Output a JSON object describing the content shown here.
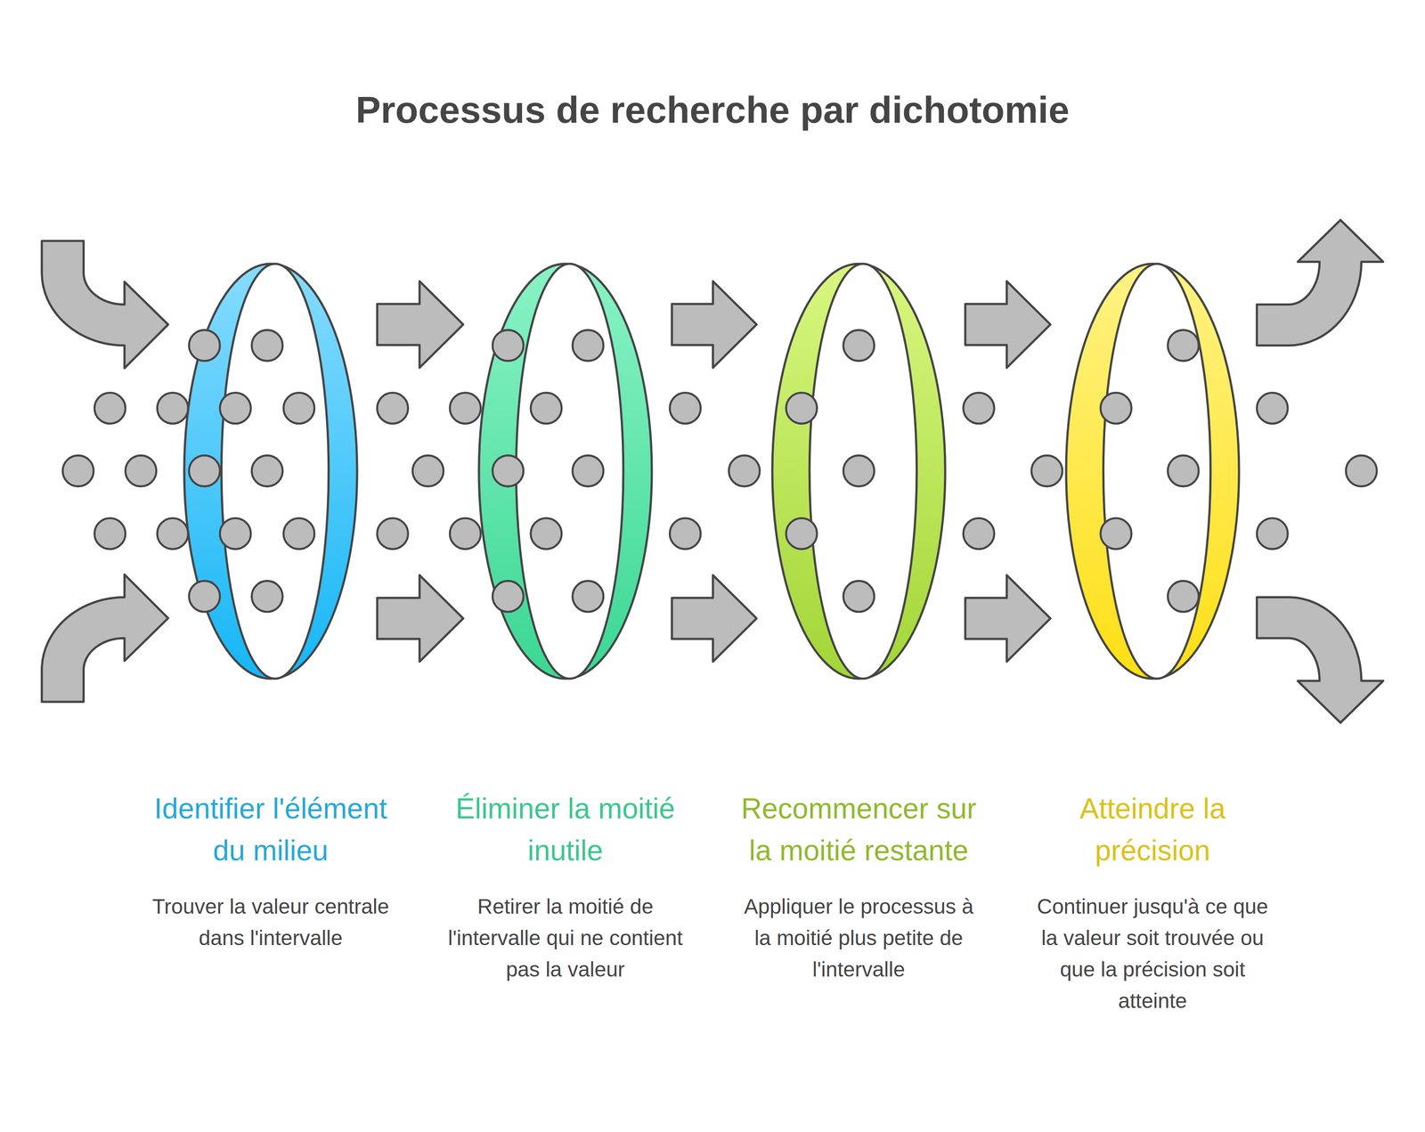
{
  "diagram": {
    "title": "Processus de recherche par dichotomie",
    "nodes": [
      {
        "text": [
          "Identifier l'élément du milieu",
          "Trouver la valeur centrale dans l'intervalle"
        ]
      },
      {
        "text": [
          "Éliminer la moitié inutile",
          "Retirer la moitié de l'intervalle qui ne contient pas la valeur"
        ]
      },
      {
        "text": [
          "Recommencer sur la moitié restante",
          "Appliquer le processus à la moitié plus petite de l'intervalle"
        ]
      },
      {
        "text": [
          "Atteindre la précision",
          "Continuer jusqu'à ce que la valeur soit trouvée ou que la précision soit atteinte"
        ]
      }
    ],
    "edges": [
      {
        "from": 0,
        "to": 1,
        "arrow": "to"
      },
      {
        "from": 0,
        "to": 1,
        "arrow": "to"
      },
      {
        "from": 1,
        "to": 2,
        "arrow": "to"
      },
      {
        "from": 1,
        "to": 2,
        "arrow": "to"
      },
      {
        "from": 2,
        "to": 3,
        "arrow": "to"
      },
      {
        "from": 2,
        "to": 3,
        "arrow": "to"
      }
    ]
  }
}
